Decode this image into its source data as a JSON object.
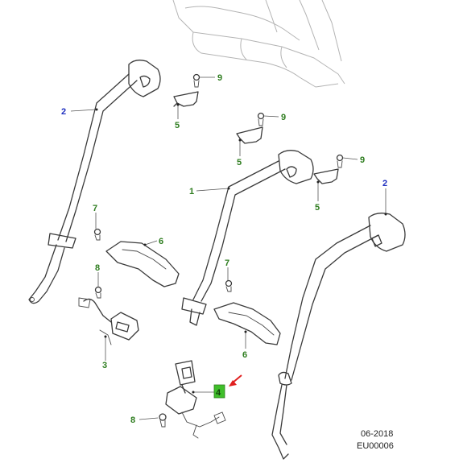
{
  "callouts": {
    "c1": "1",
    "c2_left": "2",
    "c2_right": "2",
    "c3": "3",
    "c4": "4",
    "c5_a": "5",
    "c5_b": "5",
    "c5_c": "5",
    "c6_a": "6",
    "c6_b": "6",
    "c7_a": "7",
    "c7_b": "7",
    "c8_a": "8",
    "c8_b": "8",
    "c9_a": "9",
    "c9_b": "9",
    "c9_c": "9"
  },
  "colors": {
    "callout_green": "#2e7d1f",
    "callout_blue": "#1f2fbf",
    "highlight": "#3fbf2a",
    "arrow_red": "#e02020"
  },
  "footer": {
    "date": "06-2018",
    "ref": "EU00006"
  }
}
